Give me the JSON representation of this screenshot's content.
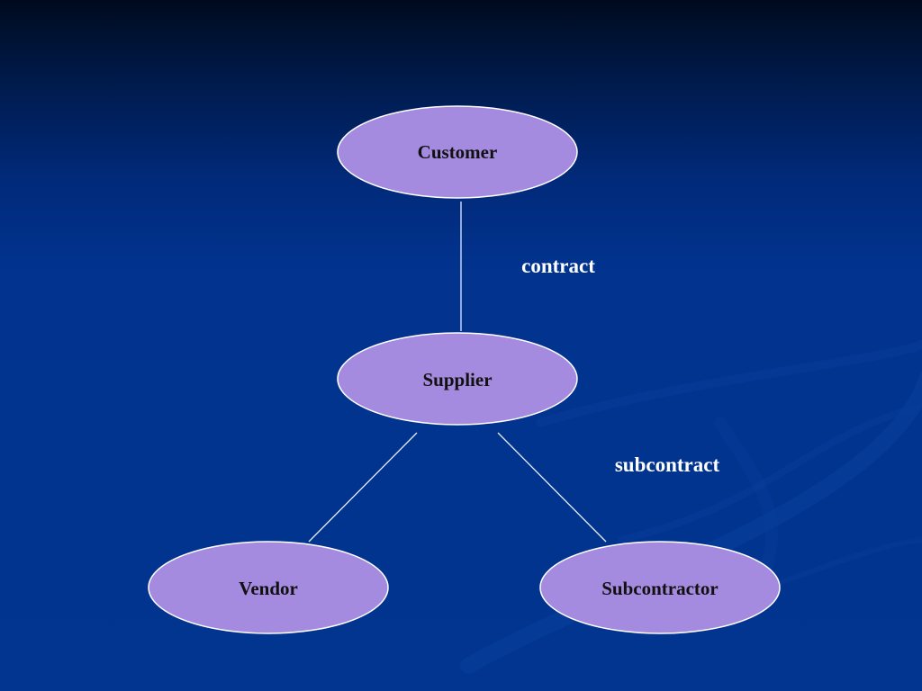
{
  "diagram": {
    "nodes": [
      {
        "id": "customer",
        "label": "Customer"
      },
      {
        "id": "supplier",
        "label": "Supplier"
      },
      {
        "id": "vendor",
        "label": "Vendor"
      },
      {
        "id": "subcontractor",
        "label": "Subcontractor"
      }
    ],
    "edges": [
      {
        "from": "customer",
        "to": "supplier"
      },
      {
        "from": "supplier",
        "to": "vendor"
      },
      {
        "from": "supplier",
        "to": "subcontractor"
      }
    ],
    "edge_labels": {
      "contract": "contract",
      "subcontract": "subcontract"
    }
  },
  "colors": {
    "node_fill": "#a58be0",
    "node_border": "#ffffff",
    "background": "#01358f",
    "line": "#e8ecf8"
  }
}
